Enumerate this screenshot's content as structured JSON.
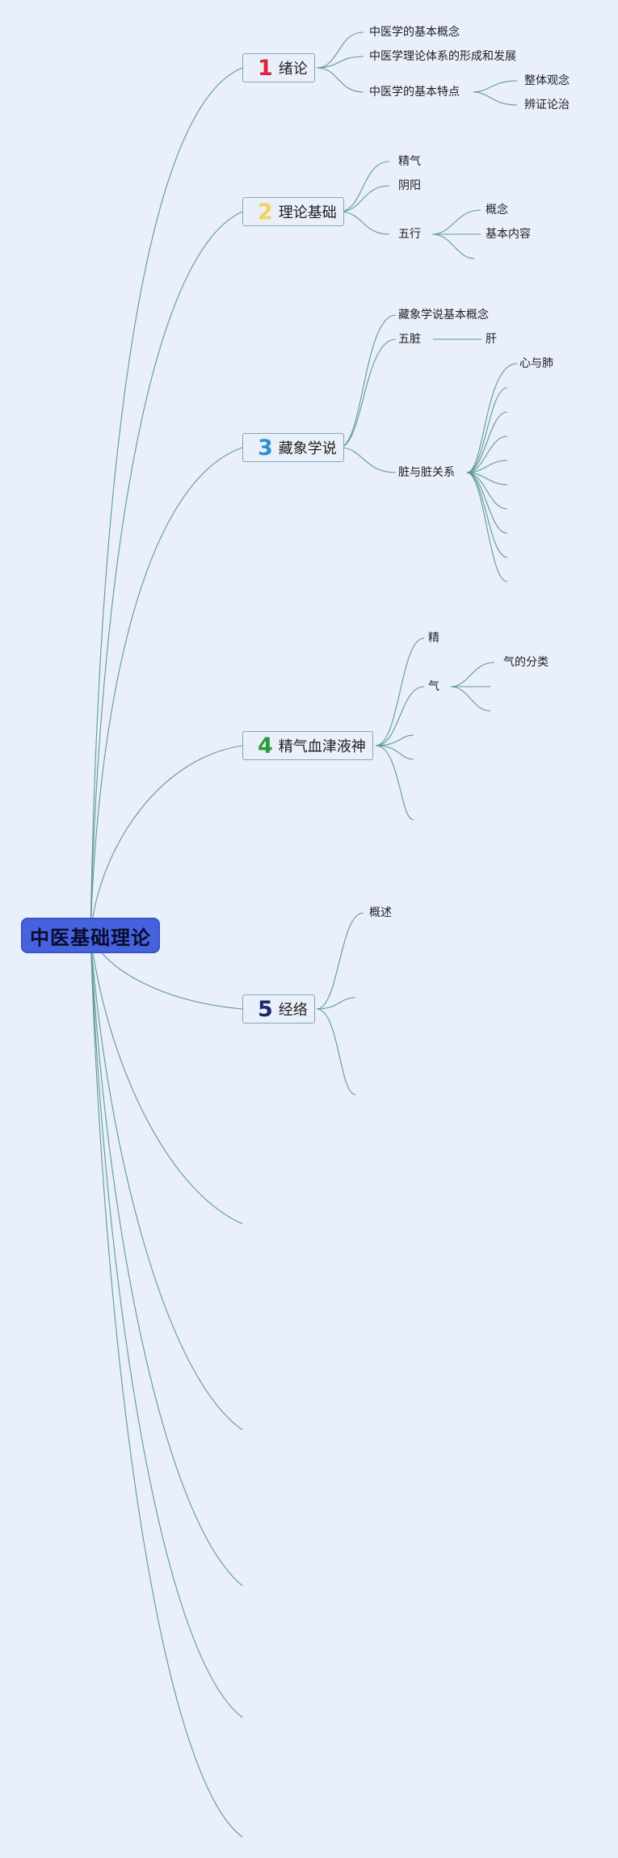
{
  "root": {
    "label": "中医基础理论"
  },
  "topics": [
    {
      "num": "1",
      "num_color": "#e1243a",
      "label": "绪论",
      "children": [
        {
          "label": "中医学的基本概念"
        },
        {
          "label": "中医学理论体系的形成和发展"
        },
        {
          "label": "中医学的基本特点",
          "children": [
            {
              "label": "整体观念"
            },
            {
              "label": "辨证论治"
            }
          ]
        }
      ]
    },
    {
      "num": "2",
      "num_color": "#f2d35a",
      "label": "理论基础",
      "children": [
        {
          "label": "精气"
        },
        {
          "label": "阴阳"
        },
        {
          "label": "五行",
          "children": [
            {
              "label": "概念"
            },
            {
              "label": "基本内容"
            },
            {
              "label": ""
            }
          ]
        }
      ]
    },
    {
      "num": "3",
      "num_color": "#2e8fd0",
      "label": "藏象学说",
      "children": [
        {
          "label": "藏象学说基本概念"
        },
        {
          "label": "五脏",
          "children": [
            {
              "label": "肝"
            }
          ]
        },
        {
          "label": "脏与脏关系",
          "children": [
            {
              "label": "心与肺"
            }
          ]
        }
      ]
    },
    {
      "num": "4",
      "num_color": "#2a9a3a",
      "label": "精气血津液神",
      "children": [
        {
          "label": "精"
        },
        {
          "label": "气",
          "children": [
            {
              "label": "气的分类"
            }
          ]
        }
      ]
    },
    {
      "num": "5",
      "num_color": "#1a2a6e",
      "label": "经络",
      "children": [
        {
          "label": "概述"
        }
      ]
    }
  ]
}
